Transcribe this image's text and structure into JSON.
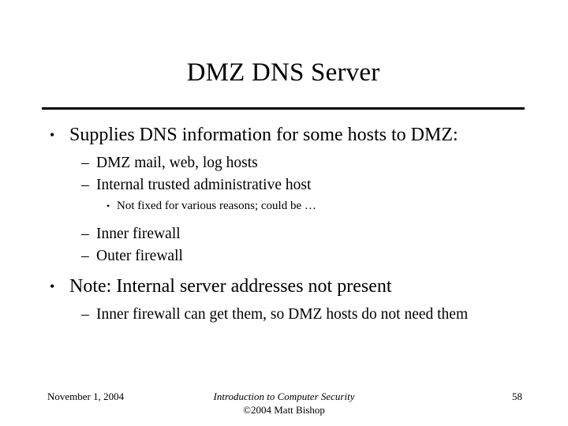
{
  "slide": {
    "title": "DMZ DNS Server",
    "background_color": "#ffffff",
    "text_color": "#000000",
    "markers": {
      "level1": "•",
      "level2": "–",
      "level3": "•"
    },
    "bullets": [
      {
        "level": 1,
        "text": "Supplies DNS information for some hosts to DMZ:"
      },
      {
        "level": 2,
        "text": "DMZ mail, web, log hosts"
      },
      {
        "level": 2,
        "text": "Internal trusted administrative host"
      },
      {
        "level": 3,
        "text": "Not fixed for various reasons; could be …"
      },
      {
        "level": 2,
        "text": "Inner firewall"
      },
      {
        "level": 2,
        "text": "Outer firewall"
      },
      {
        "level": 1,
        "text": "Note: Internal server addresses not present"
      },
      {
        "level": 2,
        "text": "Inner firewall can get them, so DMZ hosts do not need them"
      }
    ],
    "footer": {
      "date": "November 1, 2004",
      "course": "Introduction to Computer Security",
      "copyright": "©2004 Matt Bishop",
      "page_number": "58"
    }
  }
}
